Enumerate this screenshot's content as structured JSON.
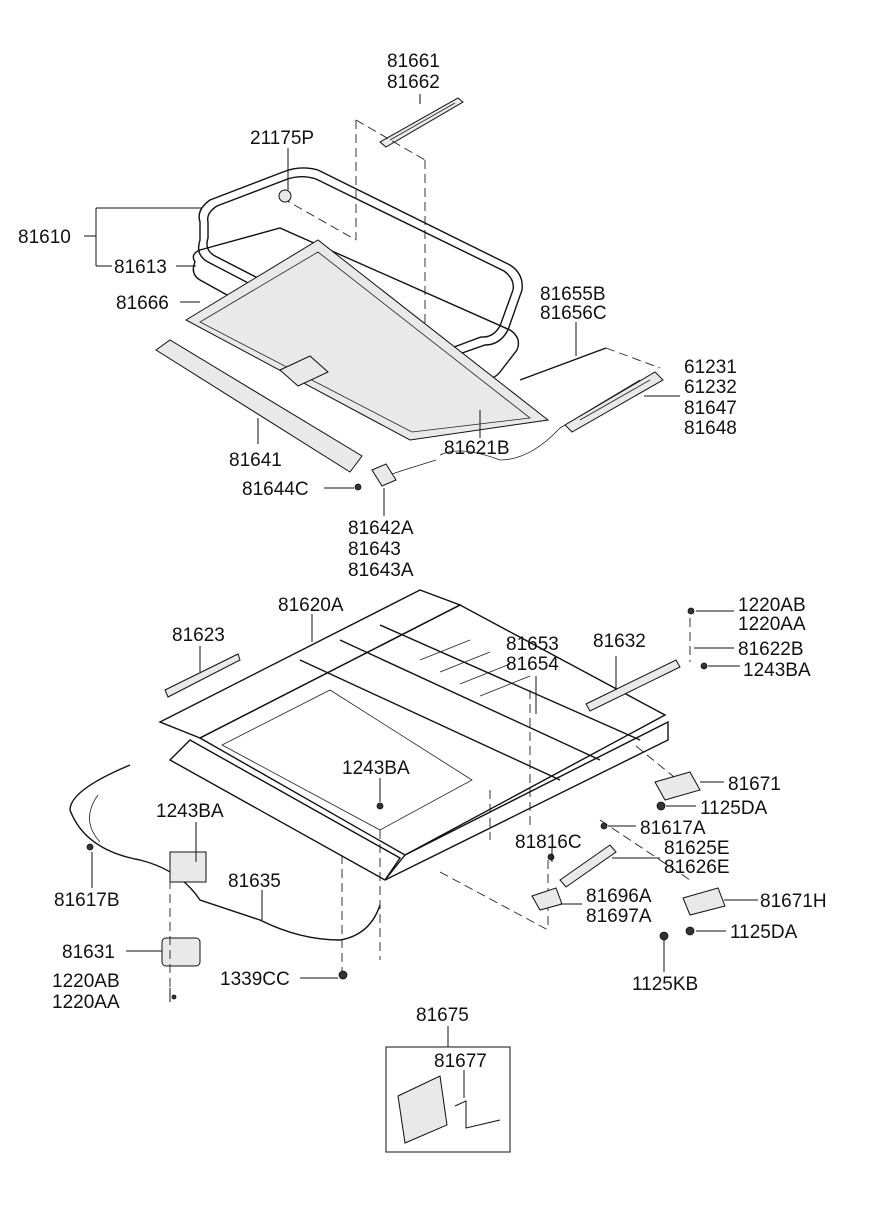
{
  "labels": {
    "p81661": "81661",
    "p81662": "81662",
    "p21175P": "21175P",
    "p81610": "81610",
    "p81613": "81613",
    "p81666": "81666",
    "p81655B": "81655B",
    "p81656C": "81656C",
    "p61231": "61231",
    "p61232": "61232",
    "p81647": "81647",
    "p81648": "81648",
    "p81641": "81641",
    "p81621B": "81621B",
    "p81644C": "81644C",
    "p81642A": "81642A",
    "p81643": "81643",
    "p81643A": "81643A",
    "p81620A": "81620A",
    "p81623": "81623",
    "p1220AB_top": "1220AB",
    "p1220AA_top": "1220AA",
    "p81653": "81653",
    "p81654": "81654",
    "p81632": "81632",
    "p81622B": "81622B",
    "p1243BA_right": "1243BA",
    "p1243BA_mid": "1243BA",
    "p81671": "81671",
    "p1125DA_upper": "1125DA",
    "p1243BA_left": "1243BA",
    "p81617A": "81617A",
    "p81816C": "81816C",
    "p81625E": "81625E",
    "p81626E": "81626E",
    "p81617B": "81617B",
    "p81635": "81635",
    "p81696A": "81696A",
    "p81697A": "81697A",
    "p81671H": "81671H",
    "p81631": "81631",
    "p1125DA_lower": "1125DA",
    "p1220AB_bottom": "1220AB",
    "p1220AA_bottom": "1220AA",
    "p1339CC": "1339CC",
    "p1125KB": "1125KB",
    "p81675": "81675",
    "p81677": "81677"
  }
}
